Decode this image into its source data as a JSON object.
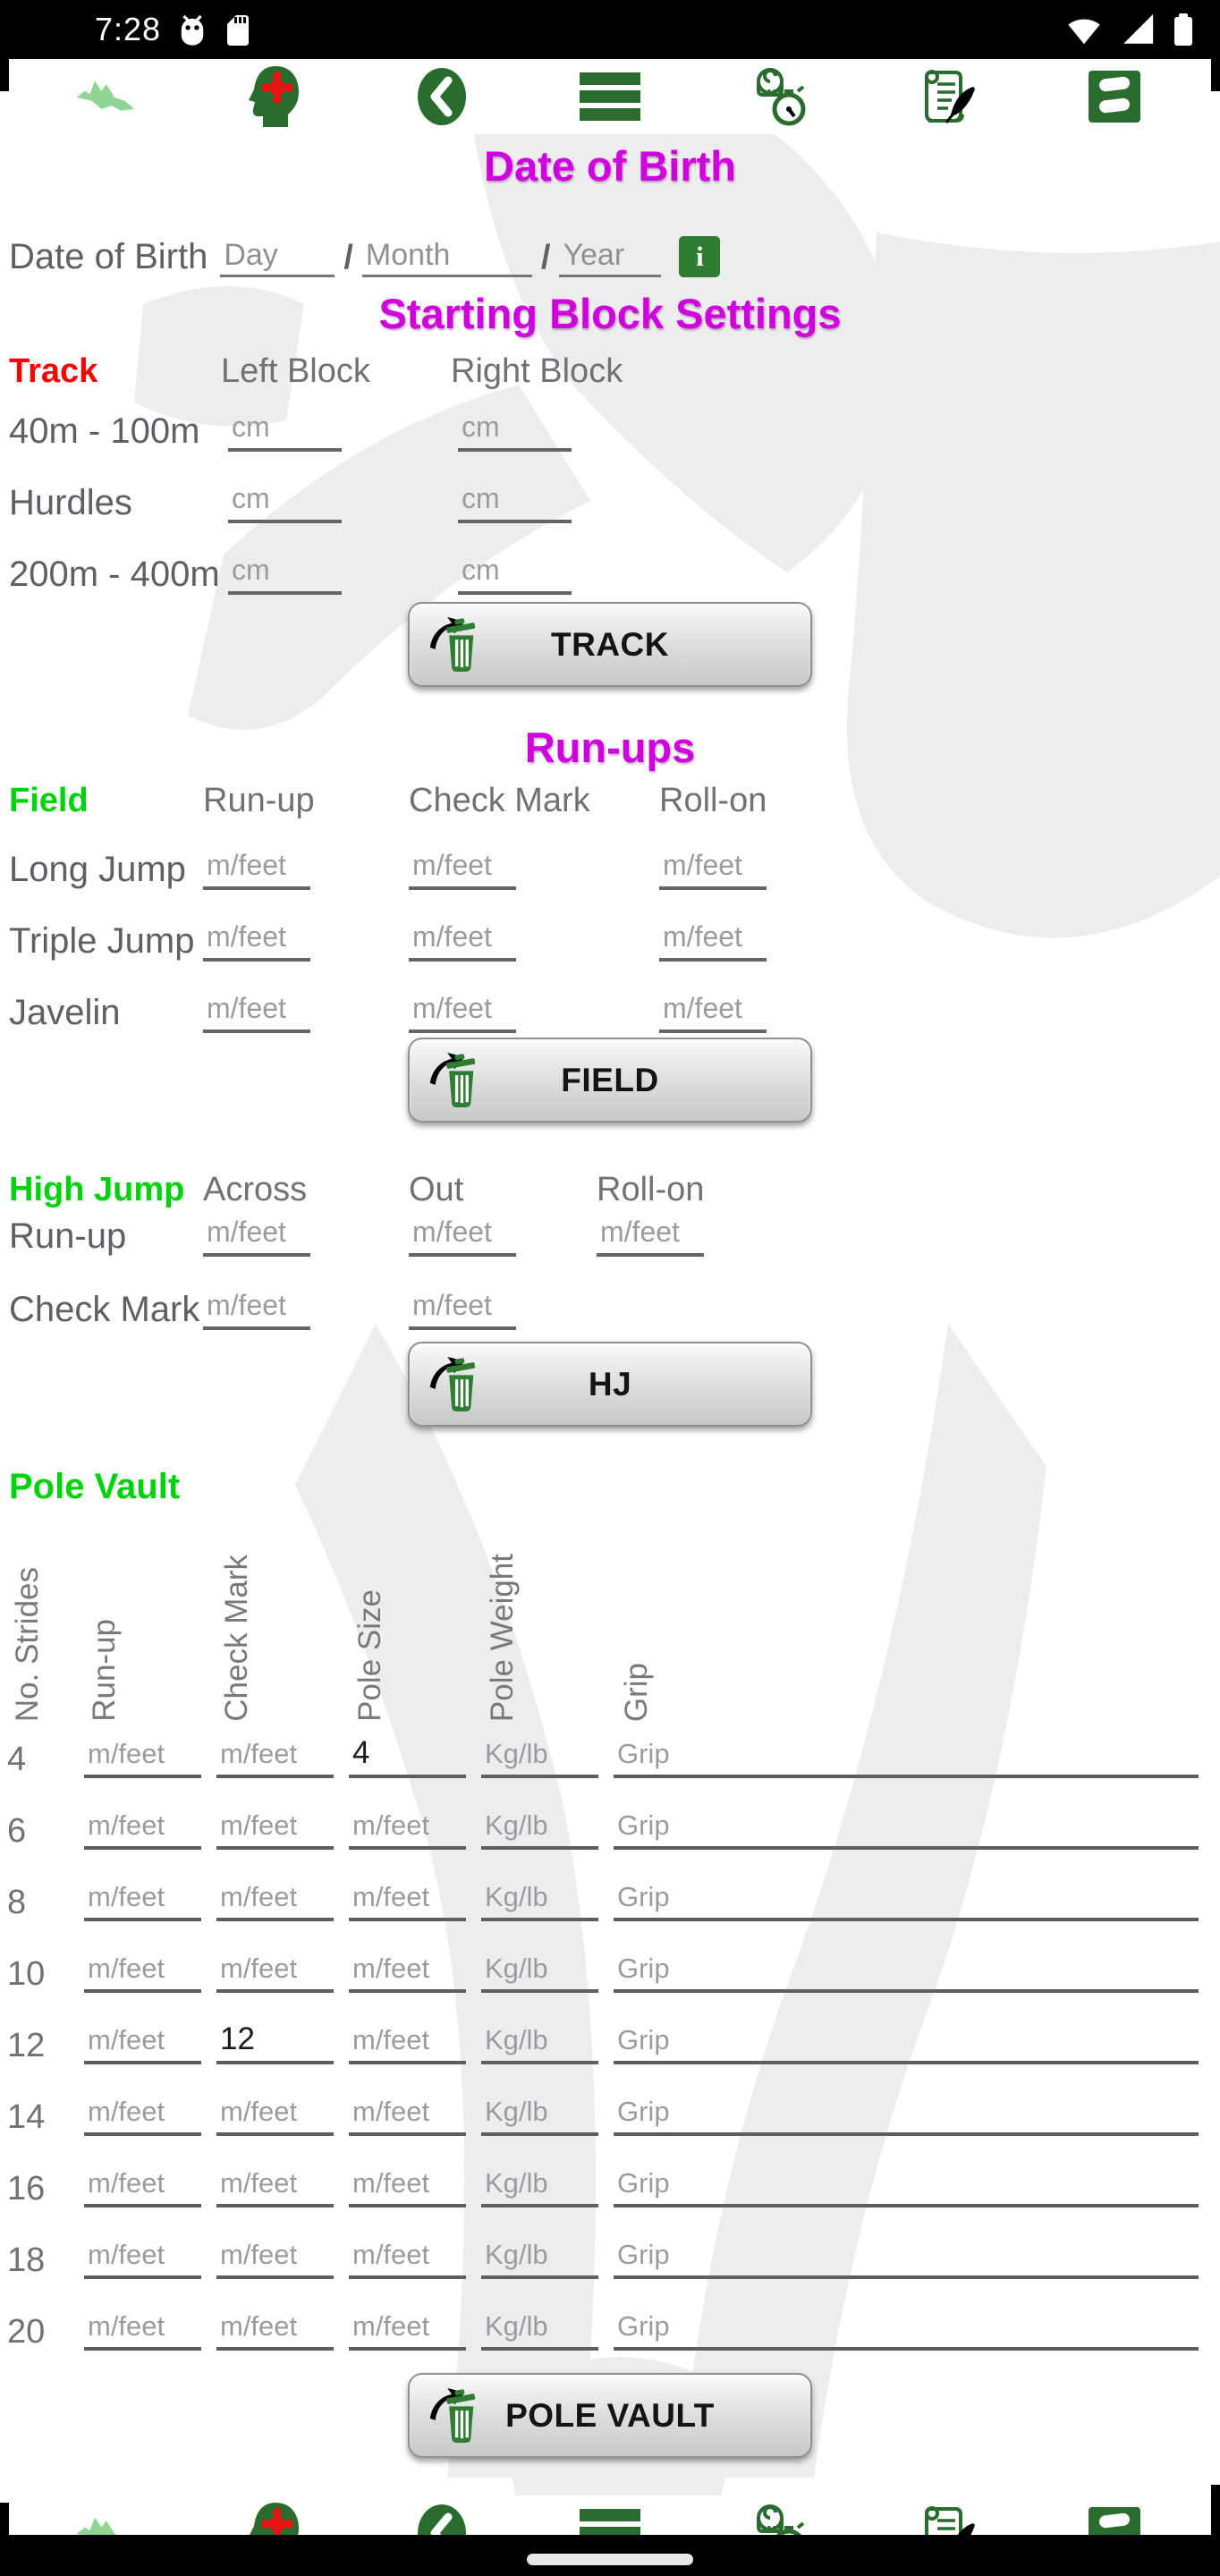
{
  "status_bar": {
    "time": "7:28",
    "left_icons": [
      "bug-report-icon",
      "sd-card-icon"
    ],
    "right_icons": [
      "wifi-icon",
      "cell-signal-icon",
      "battery-icon"
    ]
  },
  "toolbar": {
    "icons": [
      "athlete-logo-icon",
      "head-puzzle-icon",
      "back-icon",
      "menu-icon",
      "measure-stopwatch-icon",
      "scroll-quill-icon",
      "panels-icon"
    ]
  },
  "dob": {
    "heading": "Date of Birth",
    "label": "Date of Birth",
    "day_placeholder": "Day",
    "month_placeholder": "Month",
    "year_placeholder": "Year",
    "separator": "/",
    "info_icon_text": "i"
  },
  "starting_blocks": {
    "heading": "Starting Block Settings",
    "col_title": "Track",
    "columns": [
      "Left Block",
      "Right Block"
    ],
    "rows": [
      "40m - 100m",
      "Hurdles",
      "200m - 400m"
    ],
    "unit_placeholder": "cm",
    "clear_button": "TRACK"
  },
  "run_ups": {
    "heading": "Run-ups",
    "col_title": "Field",
    "columns": [
      "Run-up",
      "Check Mark",
      "Roll-on"
    ],
    "rows": [
      "Long Jump",
      "Triple Jump",
      "Javelin"
    ],
    "unit_placeholder": "m/feet",
    "clear_button": "FIELD"
  },
  "high_jump": {
    "title": "High Jump",
    "columns": [
      "Across",
      "Out",
      "Roll-on"
    ],
    "rows": [
      {
        "label": "Run-up",
        "fields": 3
      },
      {
        "label": "Check Mark",
        "fields": 2
      }
    ],
    "unit_placeholder": "m/feet",
    "clear_button": "HJ"
  },
  "pole_vault": {
    "title": "Pole Vault",
    "column_headers": [
      "No. Strides",
      "Run-up",
      "Check Mark",
      "Pole Size",
      "Pole Weight",
      "Grip"
    ],
    "placeholders": {
      "run_up": "m/feet",
      "check_mark": "m/feet",
      "pole_size": "m/feet",
      "pole_weight": "Kg/lb",
      "grip": "Grip"
    },
    "rows": [
      {
        "strides": "4",
        "run_up": "",
        "check_mark": "",
        "pole_size": "4",
        "pole_weight": "",
        "grip": ""
      },
      {
        "strides": "6",
        "run_up": "",
        "check_mark": "",
        "pole_size": "",
        "pole_weight": "",
        "grip": ""
      },
      {
        "strides": "8",
        "run_up": "",
        "check_mark": "",
        "pole_size": "",
        "pole_weight": "",
        "grip": ""
      },
      {
        "strides": "10",
        "run_up": "",
        "check_mark": "",
        "pole_size": "",
        "pole_weight": "",
        "grip": ""
      },
      {
        "strides": "12",
        "run_up": "",
        "check_mark": "12",
        "pole_size": "",
        "pole_weight": "",
        "grip": ""
      },
      {
        "strides": "14",
        "run_up": "",
        "check_mark": "",
        "pole_size": "",
        "pole_weight": "",
        "grip": ""
      },
      {
        "strides": "16",
        "run_up": "",
        "check_mark": "",
        "pole_size": "",
        "pole_weight": "",
        "grip": ""
      },
      {
        "strides": "18",
        "run_up": "",
        "check_mark": "",
        "pole_size": "",
        "pole_weight": "",
        "grip": ""
      },
      {
        "strides": "20",
        "run_up": "",
        "check_mark": "",
        "pole_size": "",
        "pole_weight": "",
        "grip": ""
      }
    ],
    "clear_button": "POLE VAULT"
  },
  "colors": {
    "heading_magenta": "#cf00dd",
    "track_red": "#ff0000",
    "field_green": "#00d30b",
    "toolbar_green": "#2a6b2e",
    "logo_light_green": "#8fd694",
    "trash_green": "#2e7d32",
    "label_gray": "#5d6165",
    "placeholder_gray": "#989ca1",
    "underline_gray": "#5e5e5e"
  }
}
